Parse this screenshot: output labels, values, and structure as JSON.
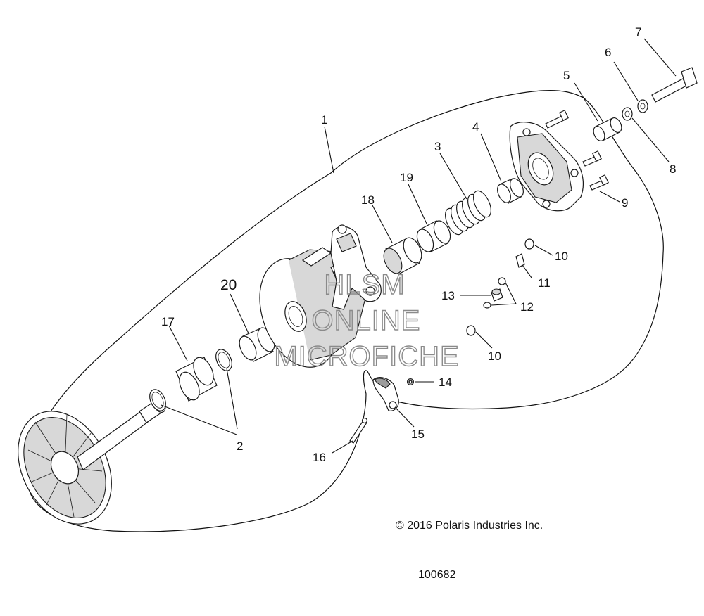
{
  "callouts": {
    "c1": "1",
    "c2": "2",
    "c3": "3",
    "c4": "4",
    "c5": "5",
    "c6": "6",
    "c7": "7",
    "c8": "8",
    "c9": "9",
    "c10a": "10",
    "c10b": "10",
    "c11": "11",
    "c12": "12",
    "c13": "13",
    "c14": "14",
    "c15": "15",
    "c16": "16",
    "c17": "17",
    "c18": "18",
    "c19": "19",
    "c20": "20"
  },
  "watermark": {
    "line1": "HLSM",
    "line2": "ONLINE",
    "line3": "MICROFICHE"
  },
  "copyright": "© 2016 Polaris Industries Inc.",
  "figure_id": "100682"
}
